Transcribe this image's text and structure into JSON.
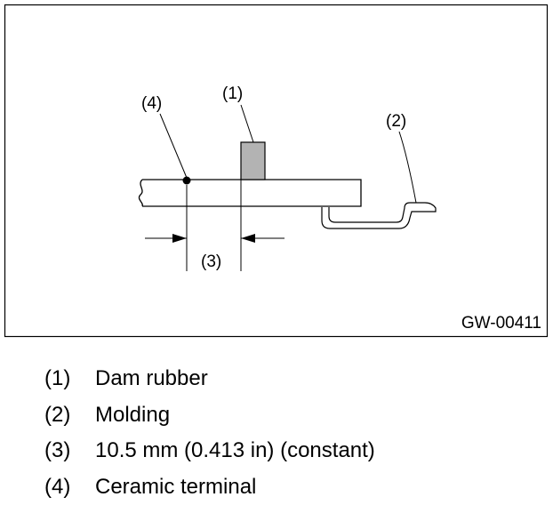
{
  "figure": {
    "callouts": {
      "dam_rubber": "(1)",
      "molding": "(2)",
      "dimension": "(3)",
      "ceramic_terminal": "(4)"
    },
    "reference_code": "GW-00411"
  },
  "legend": [
    {
      "num": "(1)",
      "text": "Dam rubber"
    },
    {
      "num": "(2)",
      "text": "Molding"
    },
    {
      "num": "(3)",
      "text": "10.5 mm (0.413 in) (constant)"
    },
    {
      "num": "(4)",
      "text": "Ceramic terminal"
    }
  ]
}
